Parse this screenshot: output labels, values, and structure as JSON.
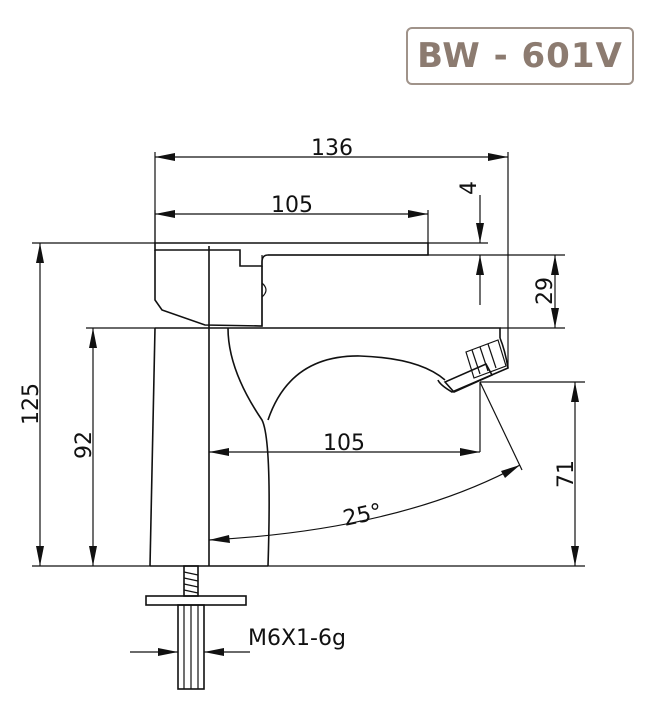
{
  "model_code": "BW - 601V",
  "dimensions": {
    "overall_width": "136",
    "handle_length": "105",
    "handle_top_offset": "4",
    "handle_height": "29",
    "total_height": "125",
    "spout_height": "92",
    "spout_reach": "105",
    "outlet_height": "71",
    "handle_angle": "25°",
    "thread_spec": "M6X1-6g"
  },
  "colors": {
    "line": "#111111",
    "badge_text": "#8c7b70",
    "badge_border": "#a0938a"
  }
}
